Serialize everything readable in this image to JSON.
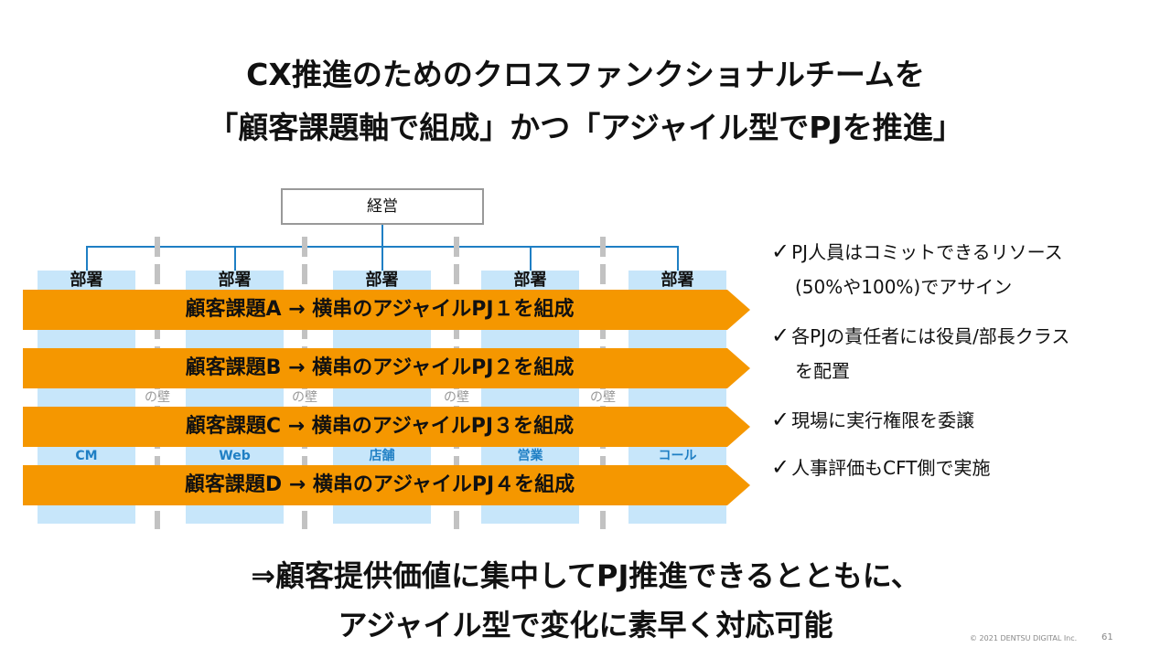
{
  "title": {
    "line1": "CX推進のためのクロスファンクショナルチームを",
    "line2": "「顧客課題軸で組成」かつ「アジャイル型でPJを推進」"
  },
  "org": {
    "management": "経営",
    "dept_label": "部署",
    "wall_label": "の壁",
    "columns": [
      "CM",
      "Web",
      "店舗",
      "営業",
      "コール"
    ]
  },
  "banners": [
    "顧客課題A → 横串のアジャイルPJ１を組成",
    "顧客課題B → 横串のアジャイルPJ２を組成",
    "顧客課題C → 横串のアジャイルPJ３を組成",
    "顧客課題D → 横串のアジャイルPJ４を組成"
  ],
  "bullets": [
    {
      "check": "✓",
      "line1": "PJ人員はコミットできるリソース",
      "line2": "(50%や100%)でアサイン"
    },
    {
      "check": "✓",
      "line1": "各PJの責任者には役員/部長クラス",
      "line2": "を配置"
    },
    {
      "check": "✓",
      "line1": "現場に実行権限を委譲",
      "line2": ""
    },
    {
      "check": "✓",
      "line1": "人事評価もCFT側で実施",
      "line2": ""
    }
  ],
  "conclusion": {
    "line1": "⇒顧客提供価値に集中してPJ推進できるとともに、",
    "line2": "アジャイル型で変化に素早く対応可能"
  },
  "footer": {
    "copyright": "© 2021 DENTSU DIGITAL Inc.",
    "page": "61"
  },
  "colors": {
    "banner": "#f59700",
    "column": "#c7e6fa",
    "line": "#1f7fc4"
  }
}
